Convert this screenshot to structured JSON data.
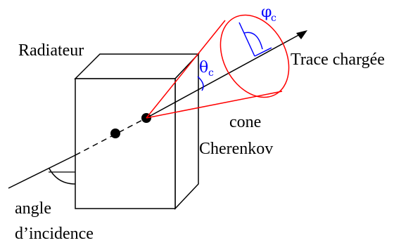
{
  "labels": {
    "radiator": "Radiateur",
    "track": "Trace chargée",
    "cone_line1": "cone",
    "cone_line2": "Cherenkov",
    "angle_line1": "angle",
    "angle_line2": "d’incidence"
  },
  "symbols": {
    "theta": "θ",
    "theta_sub": "c",
    "phi": "φ",
    "phi_sub": "c"
  },
  "colors": {
    "stroke": "#000000",
    "cone": "#ff0000",
    "angle_annotation": "#0000ff"
  }
}
